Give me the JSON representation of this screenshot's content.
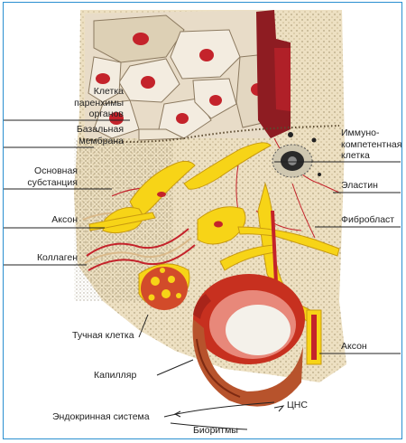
{
  "labels": {
    "parenchyma_cell": [
      "Клетка",
      "паренхимы",
      "органов"
    ],
    "basal_membrane": [
      "Базальная",
      "мембрана"
    ],
    "ground_substance": [
      "Основная",
      "субстанция"
    ],
    "axon_left": "Аксон",
    "collagen": "Коллаген",
    "mast_cell": "Тучная клетка",
    "capillary": "Капилляр",
    "endocrine_system": "Эндокринная система",
    "biorhythms": "Биоритмы",
    "cns": "ЦНС",
    "immune_cell": [
      "Иммуно-",
      "компетентная",
      "клетка"
    ],
    "elastin": "Эластин",
    "fibroblast": "Фибробласт",
    "axon_right": "Аксон"
  },
  "colors": {
    "frame": "#2a8fd0",
    "tissue_bg": "#ede0c2",
    "stipple": "#9a8a63",
    "cell_nucleus": "#c4232b",
    "fiber_yellow": "#f7d417",
    "capillary_red": "#c7301f",
    "leader_line": "#222222"
  }
}
